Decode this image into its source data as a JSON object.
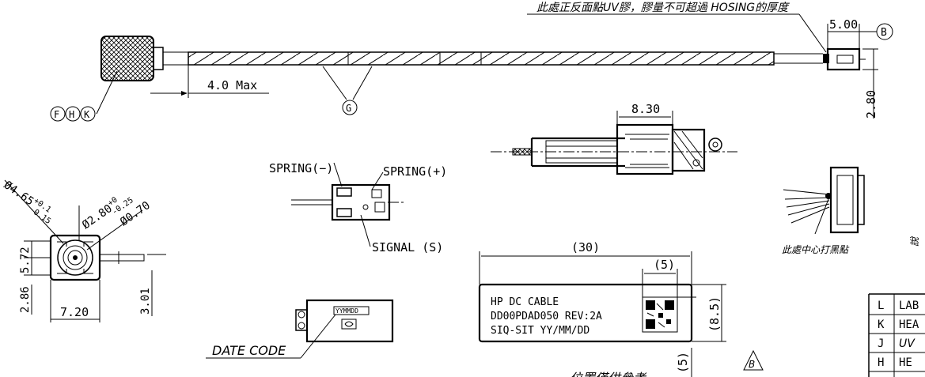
{
  "top_note": "此處正反面點UV膠，膠量不可超過 HOSING的厚度",
  "dims": {
    "d500": "5.00",
    "d280": "2.80",
    "d40max": "4.0 Max",
    "d830": "8.30",
    "d465": "Ø4.65",
    "d465tol_up": "+0.1",
    "d465tol_dn": "-0.15",
    "d280b": "Ø2.80",
    "d280b_tol_up": "+0",
    "d280b_tol_dn": "-0.25",
    "d070": "Ø0.70",
    "d572": "5.72",
    "d286": "2.86",
    "d720": "7.20",
    "d301": "3.01",
    "d30": "(30)",
    "d5a": "(5)",
    "d85": "(8.5)",
    "d5b": "(5)"
  },
  "balloons": {
    "B": "B",
    "F": "F",
    "H": "H",
    "K": "K",
    "G": "G",
    "Btri": "B"
  },
  "labels": {
    "spring_neg": "SPRING(−)",
    "spring_pos": "SPRING(+)",
    "signal": "SIGNAL (S)",
    "date_code": "DATE CODE",
    "date_stamp": "YYMMDD",
    "center_black": "此處中心打黑點",
    "bottom_cjk": "位置僅供參考"
  },
  "label_box": {
    "line1": "HP DC CABLE",
    "line2": "DD00PDAD050 REV:2A",
    "line3": "SIQ-SIT YY/MM/DD"
  },
  "table": {
    "rows": [
      {
        "id": "L",
        "desc": "LAB"
      },
      {
        "id": "K",
        "desc": "HEA"
      },
      {
        "id": "J",
        "desc": "UV"
      },
      {
        "id": "H",
        "desc": "HE"
      }
    ]
  },
  "edge_text": "說"
}
